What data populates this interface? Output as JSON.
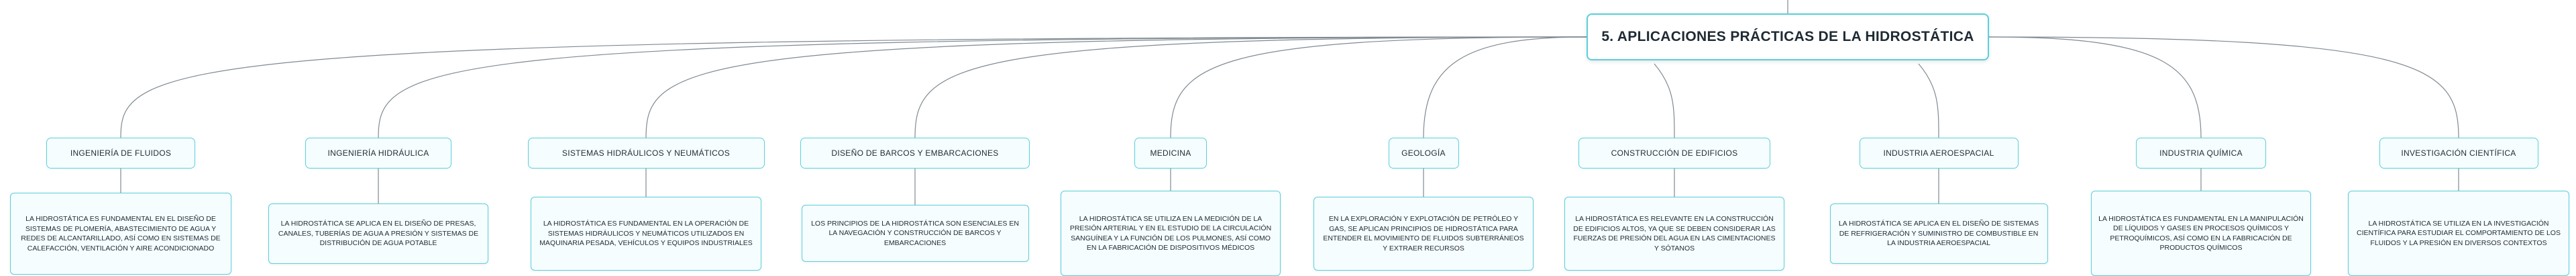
{
  "root": {
    "title": "5. APLICACIONES PRÁCTICAS DE LA HIDROSTÁTICA"
  },
  "branches": [
    {
      "label": "INGENIERÍA DE FLUIDOS",
      "text": "LA HIDROSTÁTICA ES FUNDAMENTAL EN EL DISEÑO DE SISTEMAS DE PLOMERÍA, ABASTECIMIENTO DE AGUA Y REDES DE ALCANTARILLADO, ASÍ COMO EN SISTEMAS DE CALEFACCIÓN, VENTILACIÓN Y AIRE ACONDICIONADO"
    },
    {
      "label": "INGENIERÍA HIDRÁULICA",
      "text": "LA HIDROSTÁTICA SE APLICA EN EL DISEÑO DE PRESAS, CANALES, TUBERÍAS DE AGUA A PRESIÓN Y SISTEMAS DE DISTRIBUCIÓN DE AGUA POTABLE"
    },
    {
      "label": "SISTEMAS HIDRÁULICOS Y NEUMÁTICOS",
      "text": "LA HIDROSTÁTICA ES FUNDAMENTAL EN LA OPERACIÓN DE SISTEMAS HIDRÁULICOS Y NEUMÁTICOS UTILIZADOS EN MAQUINARIA PESADA, VEHÍCULOS Y EQUIPOS INDUSTRIALES"
    },
    {
      "label": "DISEÑO DE BARCOS Y EMBARCACIONES",
      "text": "LOS PRINCIPIOS DE LA HIDROSTÁTICA SON ESENCIALES EN LA NAVEGACIÓN Y CONSTRUCCIÓN DE BARCOS Y EMBARCACIONES"
    },
    {
      "label": "MEDICINA",
      "text": "LA HIDROSTÁTICA SE UTILIZA EN LA MEDICIÓN DE LA PRESIÓN ARTERIAL Y EN EL ESTUDIO DE LA CIRCULACIÓN SANGUÍNEA Y LA FUNCIÓN DE LOS PULMONES, ASÍ COMO EN LA FABRICACIÓN DE DISPOSITIVOS MÉDICOS"
    },
    {
      "label": "GEOLOGÍA",
      "text": "EN LA EXPLORACIÓN Y EXPLOTACIÓN DE PETRÓLEO Y GAS, SE APLICAN PRINCIPIOS DE HIDROSTÁTICA PARA ENTENDER EL MOVIMIENTO DE FLUIDOS SUBTERRÁNEOS Y EXTRAER RECURSOS"
    },
    {
      "label": "CONSTRUCCIÓN DE EDIFICIOS",
      "text": "LA HIDROSTÁTICA ES RELEVANTE EN LA CONSTRUCCIÓN DE EDIFICIOS ALTOS, YA QUE SE DEBEN CONSIDERAR LAS FUERZAS DE PRESIÓN DEL AGUA EN LAS CIMENTACIONES Y SÓTANOS"
    },
    {
      "label": "INDUSTRIA AEROESPACIAL",
      "text": "LA HIDROSTÁTICA SE APLICA EN EL DISEÑO DE SISTEMAS DE REFRIGERACIÓN Y SUMINISTRO DE COMBUSTIBLE EN LA INDUSTRIA AEROESPACIAL"
    },
    {
      "label": "INDUSTRIA QUÍMICA",
      "text": "LA HIDROSTÁTICA ES FUNDAMENTAL EN LA MANIPULACIÓN DE LÍQUIDOS Y GASES EN PROCESOS QUÍMICOS Y PETROQUÍMICOS, ASÍ COMO EN LA FABRICACIÓN DE PRODUCTOS QUÍMICOS"
    },
    {
      "label": "INVESTIGACIÓN CIENTÍFICA",
      "text": "LA HIDROSTÁTICA SE UTILIZA EN LA INVESTIGACIÓN CIENTÍFICA PARA ESTUDIAR EL COMPORTAMIENTO DE LOS FLUIDOS Y LA PRESIÓN EN DIVERSOS CONTEXTOS"
    }
  ]
}
